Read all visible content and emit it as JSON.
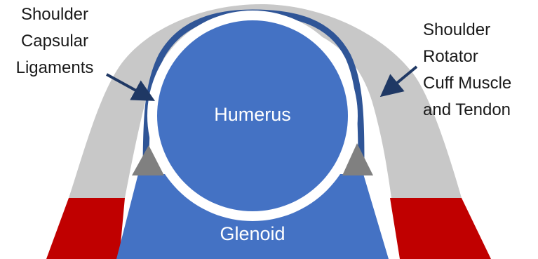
{
  "labels": {
    "capsular": [
      "Shoulder",
      "Capsular",
      "Ligaments"
    ],
    "rotator": [
      "Shoulder",
      "Rotator",
      "Cuff Muscle",
      "and Tendon"
    ],
    "humerus": "Humerus",
    "glenoid": "Glenoid"
  },
  "colors": {
    "bone_blue": "#4472c4",
    "ligament_navy": "#2f5597",
    "muscle_gray": "#c8c8c8",
    "labrum_gray": "#808080",
    "muscle_red": "#c00000",
    "arrow_navy": "#1f3864"
  }
}
